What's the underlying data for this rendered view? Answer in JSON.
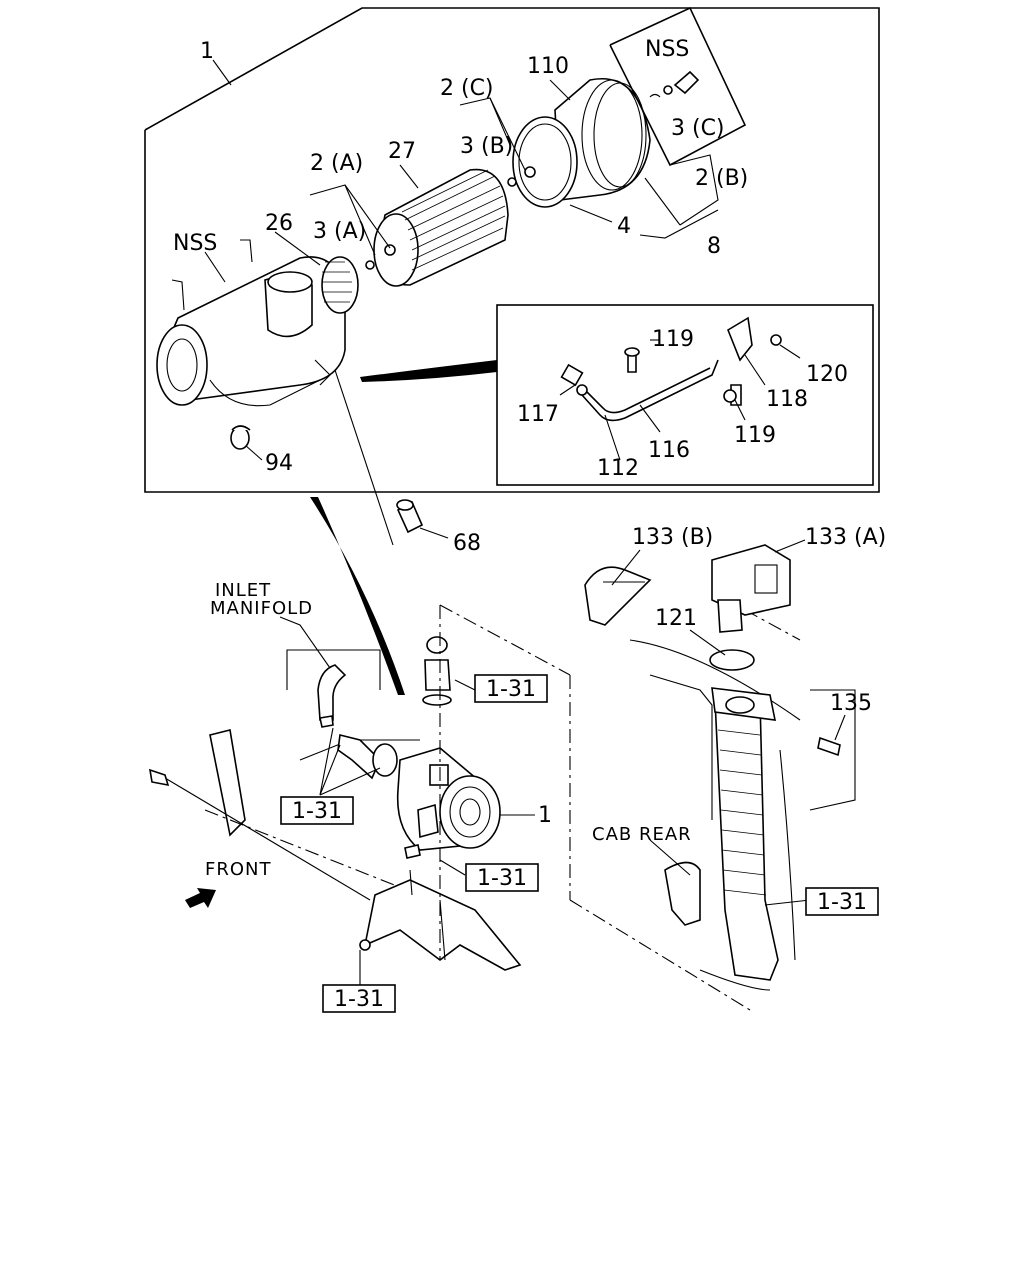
{
  "labels": {
    "l1": "1",
    "nss_top": "NSS",
    "l110": "110",
    "l2c": "2 (C)",
    "l3b": "3 (B)",
    "l3c": "3 (C)",
    "l2b": "2 (B)",
    "l2a": "2 (A)",
    "l27": "27",
    "l26": "26",
    "l3a": "3 (A)",
    "nss_left": "NSS",
    "l4": "4",
    "l8": "8",
    "l119a": "119",
    "l120": "120",
    "l118": "118",
    "l117": "117",
    "l116": "116",
    "l119b": "119",
    "l112": "112",
    "l94": "94",
    "l68": "68",
    "l133b": "133 (B)",
    "l133a": "133 (A)",
    "l121": "121",
    "l135": "135",
    "inlet1": "INLET",
    "inlet2": "MANIFOLD",
    "l1_main": "1",
    "cab_rear": "CAB REAR",
    "front": "FRONT"
  },
  "refs": {
    "r1": "1-31",
    "r2": "1-31",
    "r3": "1-31",
    "r4": "1-31",
    "r5": "1-31"
  }
}
